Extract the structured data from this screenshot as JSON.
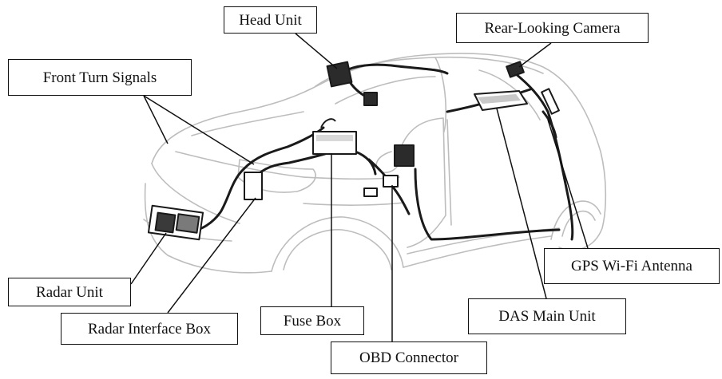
{
  "labels": {
    "head_unit": "Head Unit",
    "rear_camera": "Rear-Looking Camera",
    "front_turn_signals": "Front Turn Signals",
    "radar_unit": "Radar Unit",
    "radar_interface_box": "Radar Interface Box",
    "fuse_box": "Fuse Box",
    "obd_connector": "OBD Connector",
    "das_main_unit": "DAS Main Unit",
    "gps_wifi_antenna": "GPS Wi-Fi Antenna"
  },
  "colors": {
    "outline": "#b9b9b9",
    "wiring": "#1a1a1a",
    "leader": "#111111"
  }
}
